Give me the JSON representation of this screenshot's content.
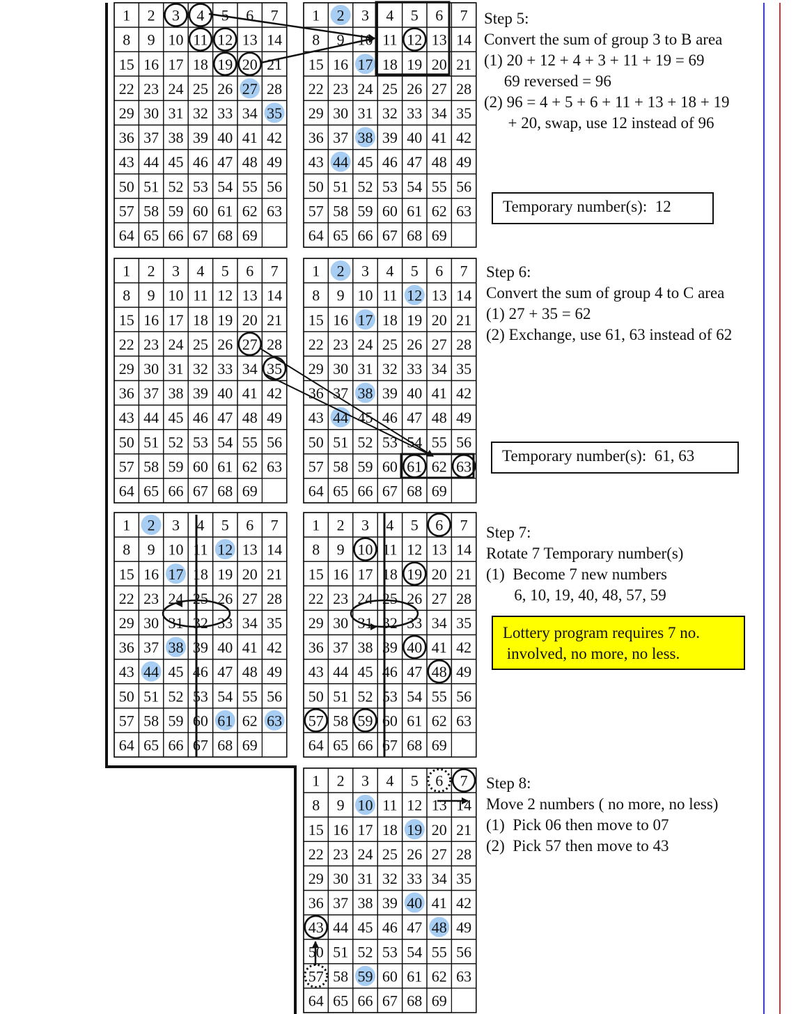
{
  "grid": {
    "numbers": [
      1,
      2,
      3,
      4,
      5,
      6,
      7,
      8,
      9,
      10,
      11,
      12,
      13,
      14,
      15,
      16,
      17,
      18,
      19,
      20,
      21,
      22,
      23,
      24,
      25,
      26,
      27,
      28,
      29,
      30,
      31,
      32,
      33,
      34,
      35,
      36,
      37,
      38,
      39,
      40,
      41,
      42,
      43,
      44,
      45,
      46,
      47,
      48,
      49,
      50,
      51,
      52,
      53,
      54,
      55,
      56,
      57,
      58,
      59,
      60,
      61,
      62,
      63,
      64,
      65,
      66,
      67,
      68,
      69
    ],
    "columns": 7
  },
  "colors": {
    "highlight": "#a8cdf2",
    "note_bg": "#ffff00",
    "line_blue": "#3a3ad8",
    "line_red": "#d93030",
    "ink": "#111111"
  },
  "grids": [
    {
      "id": "step5-left",
      "highlight": [
        27,
        35
      ],
      "circles": [
        3,
        4,
        11,
        12,
        19,
        20
      ],
      "dotted": []
    },
    {
      "id": "step5-right",
      "highlight": [
        2,
        17,
        38,
        44
      ],
      "circles": [
        12
      ],
      "dotted": []
    },
    {
      "id": "step6-left",
      "highlight": [],
      "circles": [
        27,
        35
      ],
      "dotted": []
    },
    {
      "id": "step6-right",
      "highlight": [
        2,
        12,
        17,
        38,
        44
      ],
      "circles": [
        61,
        63
      ],
      "dotted": []
    },
    {
      "id": "step7-left",
      "highlight": [
        2,
        12,
        17,
        38,
        44,
        61,
        63
      ],
      "circles": [],
      "dotted": []
    },
    {
      "id": "step7-right",
      "highlight": [],
      "circles": [
        6,
        10,
        19,
        40,
        48,
        57,
        59
      ],
      "dotted": []
    },
    {
      "id": "step8",
      "highlight": [
        10,
        19,
        40,
        48,
        59
      ],
      "circles": [
        7,
        43
      ],
      "dotted": [
        6,
        57
      ]
    }
  ],
  "steps": {
    "step5": {
      "title": "Step 5:",
      "lines": [
        "Convert the sum of group 3 to B area",
        "(1) 20 + 12 + 4 + 3 + 11 + 19 = 69",
        "     69 reversed = 96",
        "(2) 96 = 4 + 5 + 6 + 11 + 13 + 18 + 19",
        "      + 20, swap, use 12 instead of 96"
      ],
      "temp": "Temporary number(s):  12"
    },
    "step6": {
      "title": "Step 6:",
      "lines": [
        "Convert the sum of group 4 to C area",
        "(1) 27 + 35 = 62",
        "(2) Exchange, use 61, 63 instead of 62"
      ],
      "temp": "Temporary number(s):  61, 63"
    },
    "step7": {
      "title": "Step 7:",
      "lines": [
        "Rotate 7 Temporary number(s)",
        "(1)  Become 7 new numbers",
        "       6, 10, 19, 40, 48, 57, 59"
      ],
      "note": "Lottery program requires 7 no.\n involved, no more, no less."
    },
    "step8": {
      "title": "Step 8:",
      "lines": [
        "Move 2 numbers ( no more, no less)",
        "(1)  Pick 06 then move to 07",
        "(2)  Pick 57 then move to 43"
      ]
    }
  }
}
